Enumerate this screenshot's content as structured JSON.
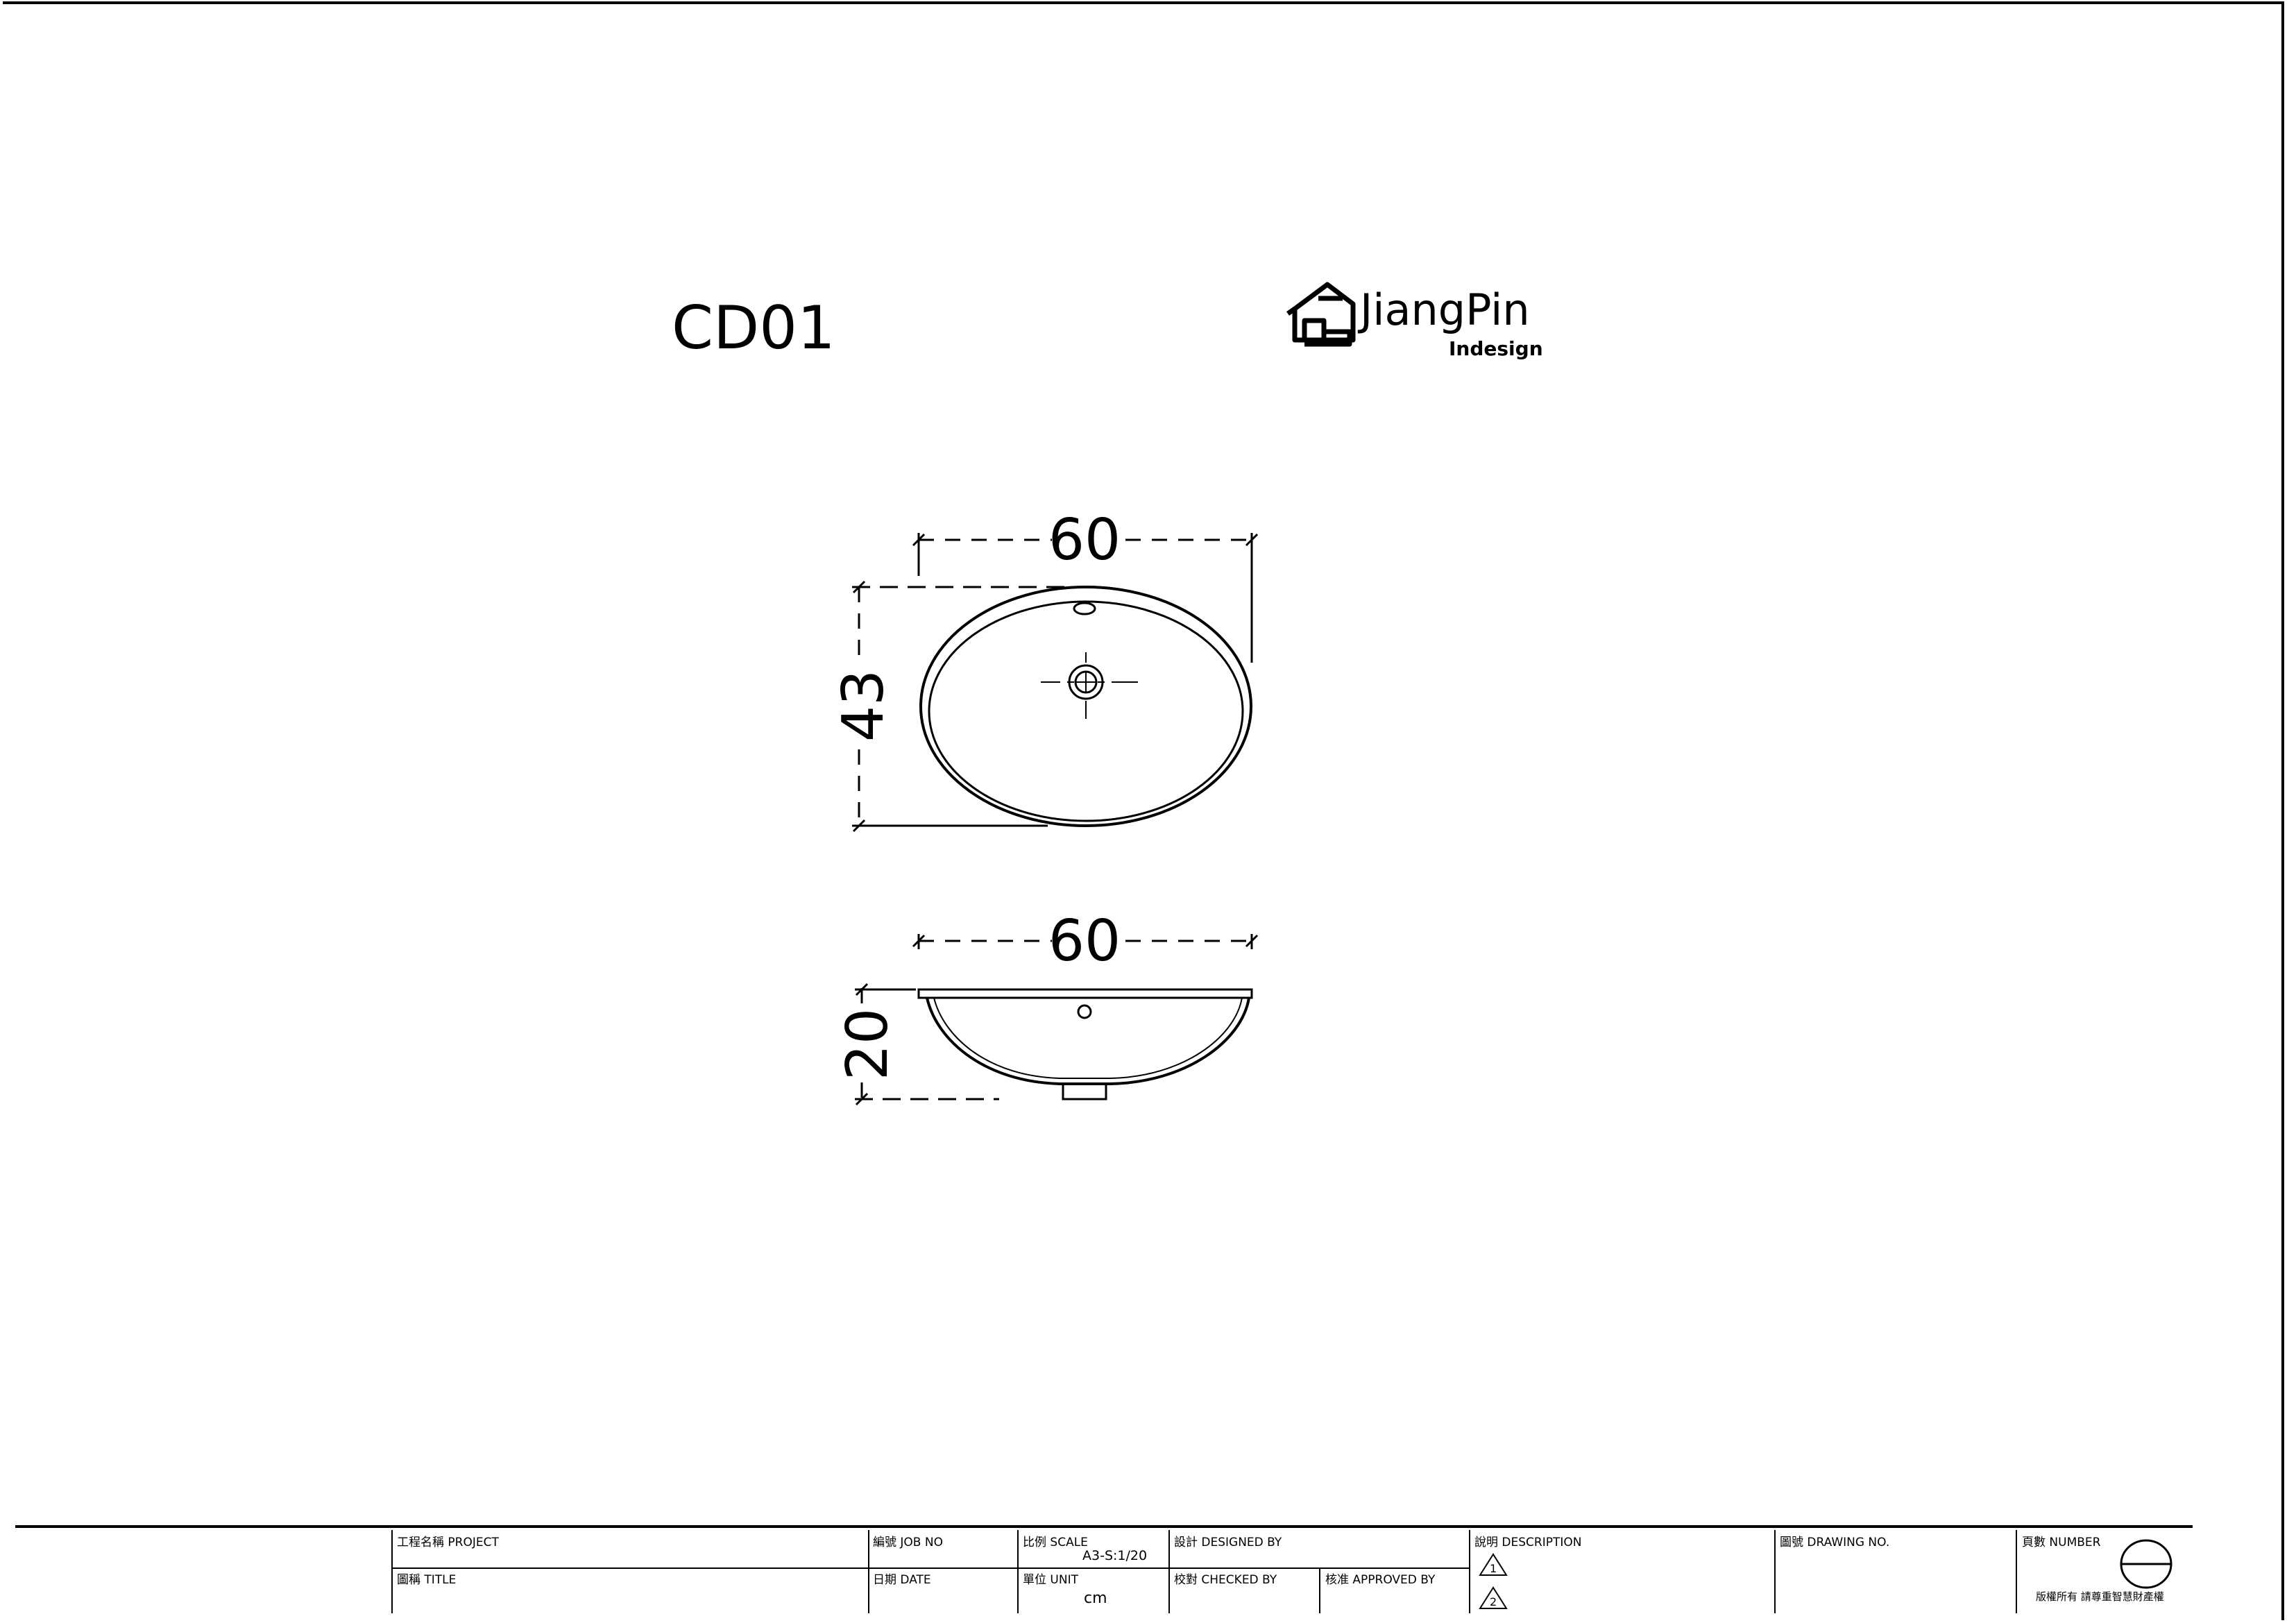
{
  "drawing": {
    "code": "CD01",
    "top_view": {
      "width_label": "60",
      "depth_label": "43"
    },
    "side_view": {
      "width_label": "60",
      "height_label": "20"
    }
  },
  "logo": {
    "name": "JiangPin",
    "subtitle": "Indesign"
  },
  "title_block": {
    "project": "工程名稱 PROJECT",
    "title": "圖稱 TITLE",
    "job_no": "編號 JOB NO",
    "date": "日期 DATE",
    "scale_label": "比例 SCALE",
    "scale_value": "A3-S:1/20",
    "unit_label": "單位 UNIT",
    "unit_value": "cm",
    "designed_by": "設計 DESIGNED BY",
    "checked_by": "校對 CHECKED BY",
    "approved_by": "核准 APPROVED BY",
    "description": "說明 DESCRIPTION",
    "revision_1": "1",
    "revision_2": "2",
    "drawing_no": "圖號 DRAWING NO.",
    "page_number": "頁數 NUMBER",
    "copyright": "版權所有 請尊重智慧財產權"
  }
}
